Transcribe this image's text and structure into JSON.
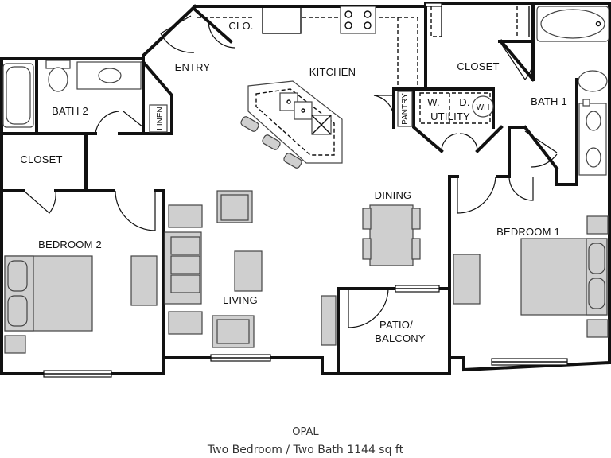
{
  "rooms": {
    "closet_small": "CLO.",
    "entry": "ENTRY",
    "kitchen": "KITCHEN",
    "closet_right": "CLOSET",
    "bath2": "BATH 2",
    "linen": "LINEN",
    "pantry": "PANTRY",
    "w": "W.",
    "d": "D.",
    "wh": "WH",
    "utility": "UTILITY",
    "bath1": "BATH 1",
    "closet_left": "CLOSET",
    "dining": "DINING",
    "bedroom1": "BEDROOM 1",
    "bedroom2": "BEDROOM 2",
    "living": "LIVING",
    "patio_line1": "PATIO/",
    "patio_line2": "BALCONY"
  },
  "caption": {
    "title": "OPAL",
    "subtitle": "Two Bedroom / Two Bath 1144 sq  ft"
  }
}
